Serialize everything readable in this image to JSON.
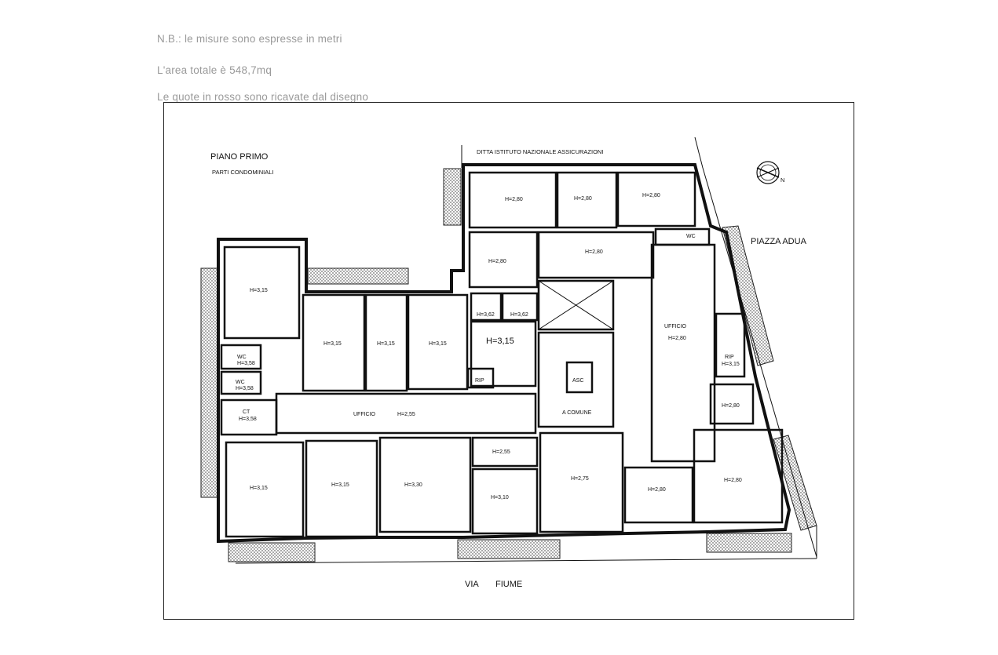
{
  "notes": [
    "N.B.: le misure sono espresse in metri",
    "L'area totale è 548,7mq",
    "Le quote in rosso sono ricavate dal disegno"
  ],
  "plan": {
    "title": "PIANO PRIMO",
    "subtitle": "PARTI CONDOMINIALI",
    "neighbor": "DITTA ISTITUTO NAZIONALE ASSICURAZIONI",
    "square": "PIAZZA ADUA",
    "street_left": "VIA",
    "street_right": "FIUME",
    "north": "N",
    "rooms": {
      "r_top_left": "H=2,80",
      "r_top_mid": "H=2,80",
      "r_top_right": "H=2,80",
      "wc_right": "WC",
      "r_mid_a": "H=2,80",
      "r_mid_b": "H=2,80",
      "r_left_big": "H=3,15",
      "r_c1": "H=3,15",
      "r_c2": "H=3,15",
      "r_c3": "H=3,15",
      "r_small_a": "H=3,62",
      "r_small_b": "H=3,62",
      "r_center": "H=3,15",
      "rip_center": "RIP",
      "asc": "ASC",
      "ufficio_right": "UFFICIO",
      "ufficio_right_h": "H=2,80",
      "rip_right": "RIP",
      "rip_right_h": "H=3,15",
      "wc_1": "WC",
      "wc_1_h": "H=3,58",
      "wc_2": "WC",
      "wc_2_h": "H=3,58",
      "ct": "CT",
      "ct_h": "H=3,58",
      "ufficio_corr": "UFFICIO",
      "ufficio_corr_h": "H=2,55",
      "a_comune": "A COMUNE",
      "r_right_small": "H=2,80",
      "r_b1": "H=3,15",
      "r_b2": "H=3,15",
      "r_b3": "H=3,30",
      "r_b4": "H=2,55",
      "r_b5": "H=3,10",
      "r_b6": "H=2,75",
      "r_b7": "H=2,80",
      "r_b8": "H=2,80"
    }
  }
}
